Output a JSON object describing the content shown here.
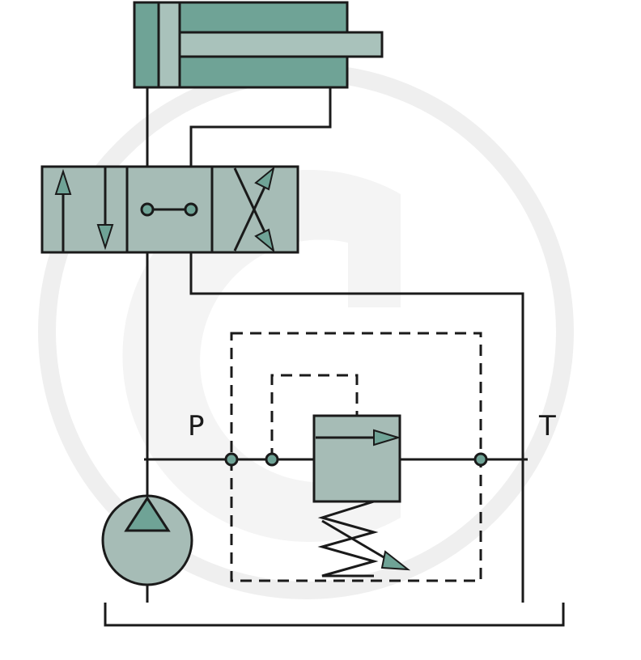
{
  "labels": {
    "pressure_port": "P",
    "tank_port": "T"
  },
  "colors": {
    "component_fill": "#6fa396",
    "component_light": "#a9c2bb",
    "valve_fill": "#a6bcb6",
    "line": "#1a1a1a",
    "watermark": "#efefef"
  },
  "icons": {
    "watermark": "g-logo-watermark",
    "pump": "hydraulic-pump-symbol",
    "cylinder": "double-acting-cylinder-symbol",
    "directional_valve": "4-3-directional-valve-symbol",
    "relief_valve": "pressure-relief-valve-symbol",
    "tank": "reservoir-tank-symbol"
  }
}
